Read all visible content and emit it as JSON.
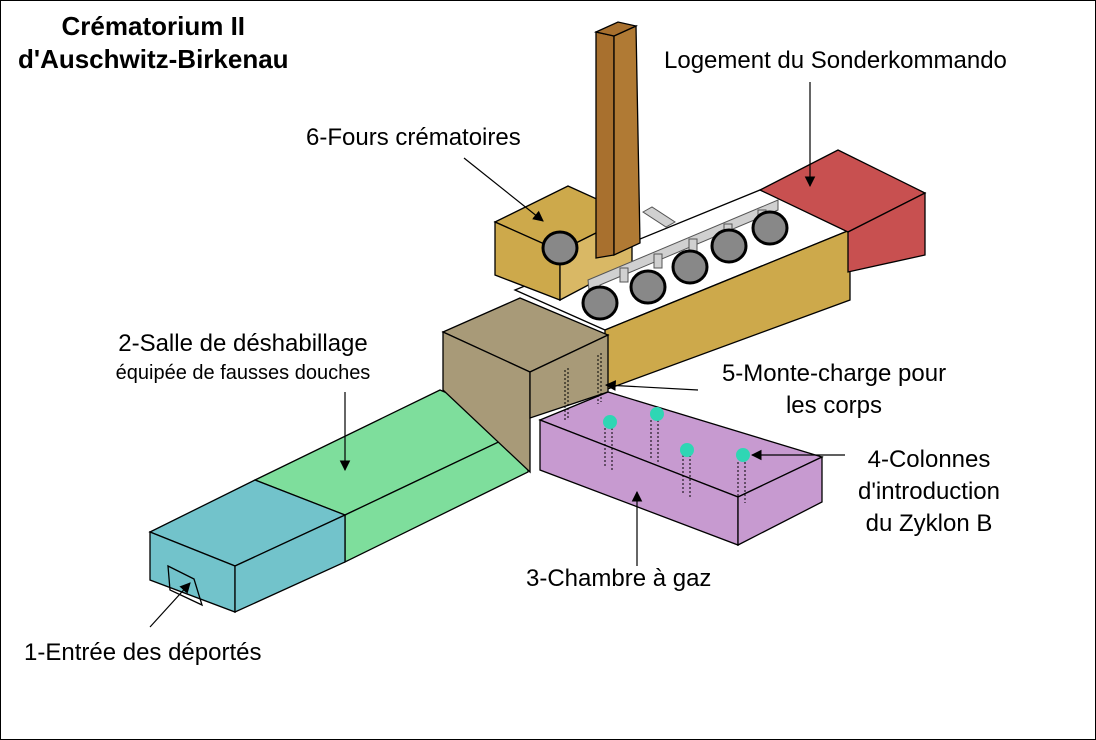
{
  "title": {
    "line1": "Crématorium II",
    "line2": "d'Auschwitz-Birkenau"
  },
  "labels": {
    "entree": "1-Entrée des déportés",
    "salle_line1": "2-Salle de déshabillage",
    "salle_line2": "équipée de fausses douches",
    "chambre": "3-Chambre à gaz",
    "colonnes_line1": "4-Colonnes",
    "colonnes_line2": "d'introduction",
    "colonnes_line3": "du Zyklon B",
    "monte_line1": "5-Monte-charge pour",
    "monte_line2": "les corps",
    "fours": "6-Fours crématoires",
    "logement": "Logement du Sonderkommando"
  },
  "colors": {
    "entrance": "#72c3cb",
    "undressing": "#7ede9c",
    "gas_chamber": "#c79ad0",
    "lift": "#a89a78",
    "oven_wing": "#cda94b",
    "living_quarters": "#c85050",
    "chimney": "#a8702e",
    "oven": "#888888",
    "zyklon_column": "#2fd6b4"
  }
}
